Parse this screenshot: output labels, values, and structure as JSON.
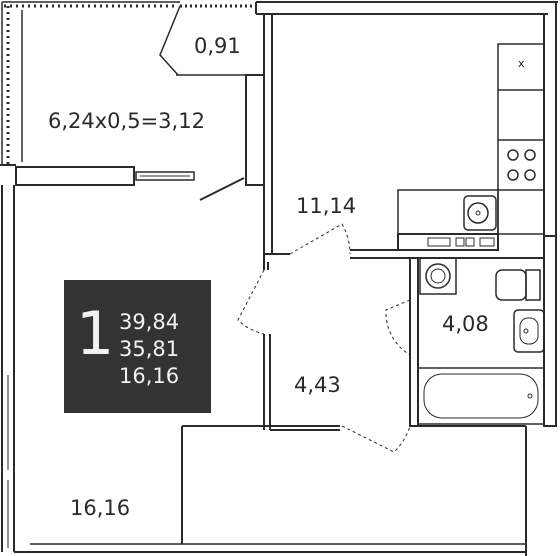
{
  "apartment": {
    "rooms": "1",
    "total_area": "39,84",
    "living_area_total": "35,81",
    "living_area": "16,16",
    "badge_color": "#333333"
  },
  "rooms": {
    "balcony_small": "0,91",
    "loggia": "6,24x0,5=3,12",
    "kitchen": "11,14",
    "bathroom": "4,08",
    "hallway": "4,43",
    "living_room": "16,16"
  },
  "fixtures": {
    "cabinet_mark": "x"
  },
  "colors": {
    "wall": "#2b2b2b",
    "fixture": "#333333",
    "background": "#ffffff"
  }
}
